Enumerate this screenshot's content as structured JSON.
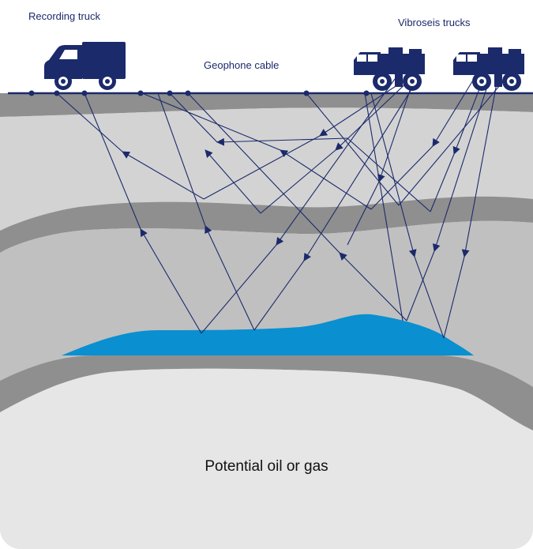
{
  "labels": {
    "recording_truck": "Recording truck",
    "geophone_cable": "Geophone cable",
    "vibroseis_trucks": "Vibroseis trucks",
    "reservoir": "Potential oil or gas"
  },
  "colors": {
    "navy": "#1b2a6b",
    "layer_light": "#d2d2d2",
    "layer_mid": "#bcbcbc",
    "layer_dark": "#8f8f8f",
    "bottom_bg": "#e6e6e6",
    "reservoir_blue": "#0a8fd0"
  },
  "icons": [
    "recording-truck-icon",
    "vibroseis-truck-icon",
    "geophone-icon",
    "arrowhead-icon"
  ]
}
